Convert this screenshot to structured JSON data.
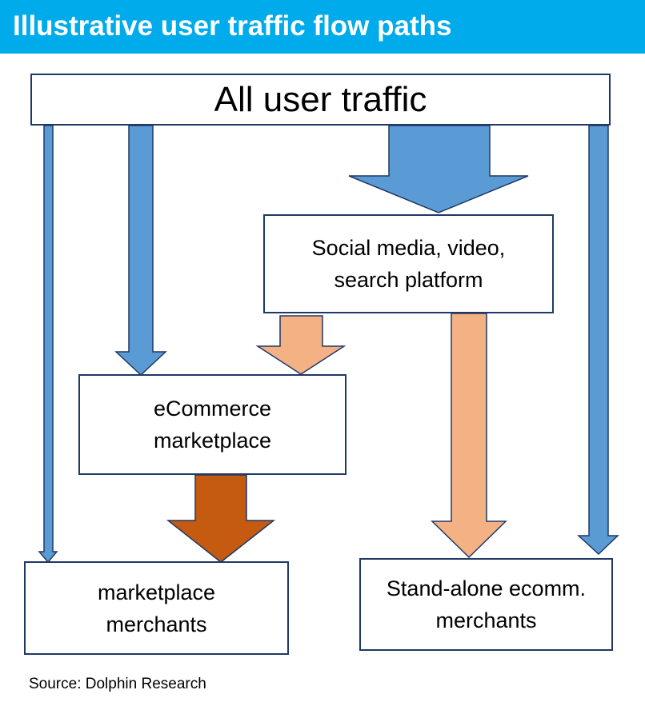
{
  "title": "Illustrative user traffic flow paths",
  "nodes": {
    "all_user_traffic": "All user traffic",
    "social_platform": [
      "Social media, video,",
      "search platform"
    ],
    "ecommerce_marketplace": [
      "eCommerce",
      "marketplace"
    ],
    "marketplace_merchants": [
      "marketplace",
      "merchants"
    ],
    "standalone_merchants": [
      "Stand-alone ecomm.",
      "merchants"
    ]
  },
  "source": "Source: Dolphin Research",
  "colors": {
    "title_bar": "#00ABEB",
    "direct_traffic_arrow": "#5B9BD5",
    "platform_traffic_arrow": "#F4B183",
    "marketplace_to_merchant_arrow": "#C55A11",
    "box_border": "#1F3864"
  }
}
